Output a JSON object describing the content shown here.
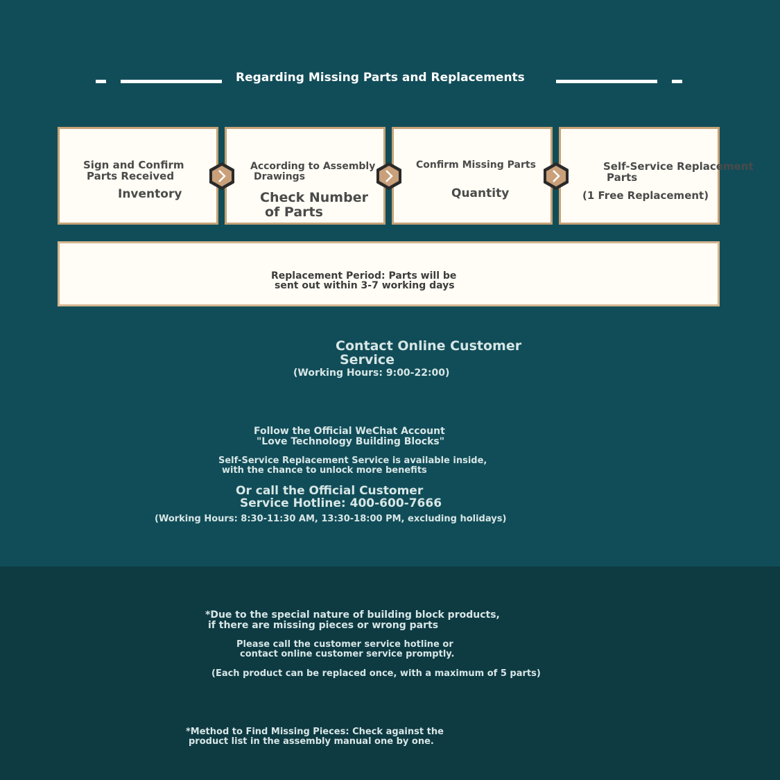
{
  "title": "Regarding Missing Parts and Replacements",
  "steps": [
    {
      "line1": "Sign and Confirm",
      "line2": "Parts Received",
      "line3": "Inventory"
    },
    {
      "line1": "According to Assembly",
      "line2": "Drawings",
      "line3": "Check Number",
      "line4": "of Parts"
    },
    {
      "line1": "Confirm Missing Parts",
      "line2": "Quantity"
    },
    {
      "line1": "Self-Service Replacement",
      "line2": "Parts",
      "line3": "(1 Free Replacement)"
    }
  ],
  "period": {
    "line1": "Replacement Period: Parts will be",
    "line2": "sent out within 3-7 working days"
  },
  "contact": {
    "line1": "Contact Online Customer",
    "line2": "Service",
    "hours": "(Working Hours: 9:00-22:00)"
  },
  "wechat": {
    "line1": "Follow the Official WeChat Account",
    "line2": "\"Love Technology Building Blocks\"",
    "line3": "Self-Service Replacement Service is available inside,",
    "line4": "with the chance to unlock more benefits"
  },
  "hotline": {
    "line1": "Or call the Official Customer",
    "line2": "Service Hotline: 400-600-7666",
    "hours": "(Working Hours: 8:30-11:30 AM, 13:30-18:00 PM, excluding holidays)"
  },
  "notes": {
    "line1": "*Due to the special nature of building block products,",
    "line2": "if there are missing pieces or wrong parts",
    "line3": "Please call the customer service hotline or",
    "line4": "contact online customer service promptly.",
    "line5": "(Each product can be replaced once, with a maximum of 5 parts)",
    "line6": "*Method to Find Missing Pieces: Check against the",
    "line7": "product list in the assembly manual one by one."
  },
  "colors": {
    "background": "#114d58",
    "footer": "#0e3a42",
    "card": "#fffdf5",
    "gold": "#c7a277",
    "hex": "#2a2a2a"
  },
  "icons": [
    "chevron-right-icon"
  ]
}
